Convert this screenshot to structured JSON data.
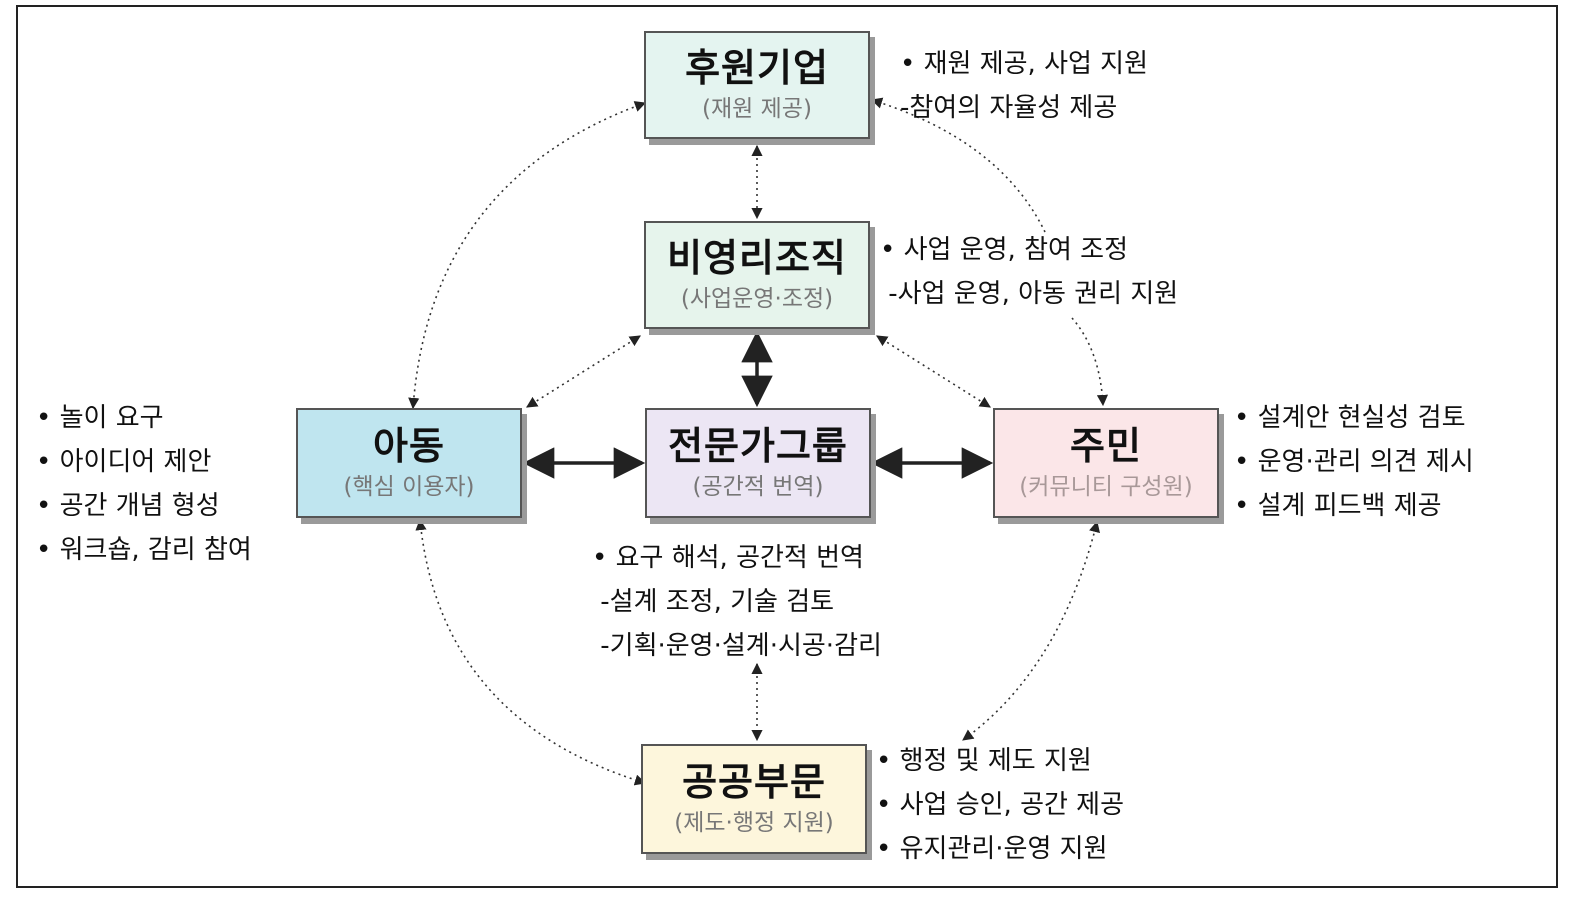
{
  "nodes": {
    "sponsor": {
      "title": "후원기업",
      "role": "(재원 제공)",
      "fill": "#e4f4f0"
    },
    "nonprofit": {
      "title": "비영리조직",
      "role": "(사업운영·조정)",
      "fill": "#e6f4ec"
    },
    "child": {
      "title": "아동",
      "role": "(핵심 이용자)",
      "fill": "#bfe5ef"
    },
    "expert": {
      "title": "전문가그룹",
      "role": "(공간적 번역)",
      "fill": "#ece6f4"
    },
    "resident": {
      "title": "주민",
      "role": "(커뮤니티 구성원)",
      "fill": "#fbe6e8"
    },
    "public": {
      "title": "공공부문",
      "role": "(제도·행정 지원)",
      "fill": "#fdf6dc"
    }
  },
  "notes": {
    "sponsor": [
      "• 재원 제공, 사업 지원",
      "-참여의 자율성 제공"
    ],
    "nonprofit": [
      "• 사업 운영, 참여 조정",
      " -사업 운영, 아동 권리 지원"
    ],
    "child": [
      "• 놀이 요구",
      "• 아이디어 제안",
      "• 공간 개념 형성",
      "• 워크숍, 감리 참여"
    ],
    "resident": [
      "• 설계안 현실성 검토",
      "• 운영·관리 의견 제시",
      "• 설계 피드백 제공"
    ],
    "expert": [
      "• 요구 해석, 공간적 번역",
      " -설계 조정, 기술 검토",
      " -기획·운영·설계·시공·감리"
    ],
    "public": [
      "• 행정 및 제도 지원",
      "• 사업 승인, 공간 제공",
      "• 유지관리·운영 지원"
    ]
  },
  "colors": {
    "border": "#555555",
    "shadow": "#9a9a9a",
    "arrow": "#222222"
  }
}
